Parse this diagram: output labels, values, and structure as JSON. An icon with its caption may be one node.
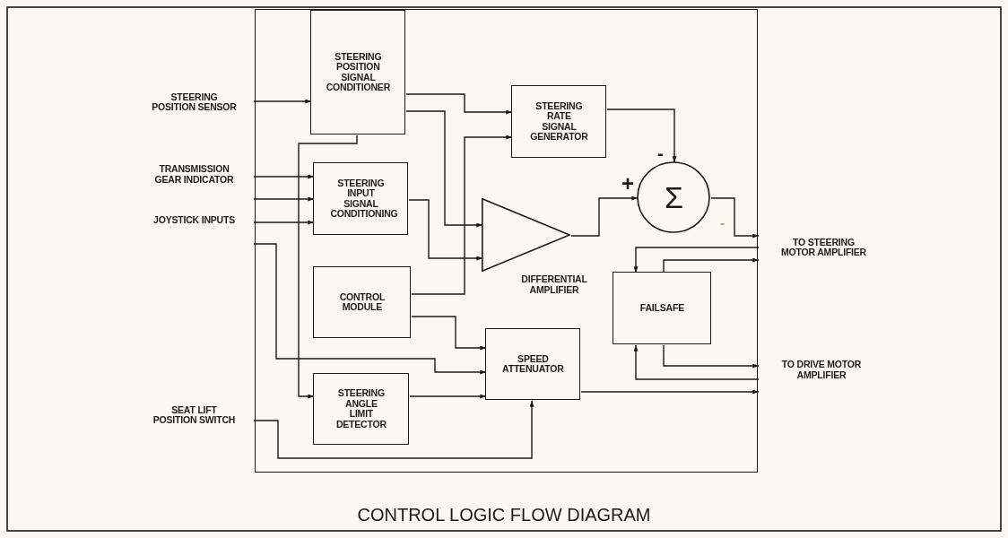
{
  "diagram": {
    "title": "CONTROL LOGIC FLOW DIAGRAM",
    "nodes": [
      {
        "text": [],
        "shape": "box"
      },
      {
        "text": [
          "STEERING POSITION SENSOR"
        ]
      },
      {
        "text": [
          "TRANSMISSION GEAR INDICATOR"
        ]
      },
      {
        "text": [
          "JOYSTICK INPUTS"
        ]
      },
      {
        "text": [
          "SEAT LIFT POSITION SWITCH"
        ]
      },
      {
        "text": [
          "STEERING POSITION SIGNAL CONDITIONER"
        ],
        "in": 0
      },
      {
        "text": [
          "STEERING RATE SIGNAL GENERATOR"
        ],
        "in": 0
      },
      {
        "text": [
          "STEERING INPUT SIGNAL CONDITIONING"
        ],
        "in": 0
      },
      {
        "text": [],
        "shape": "triangle",
        "beside": [
          "DIFFERENTIAL AMPLIFIER"
        ],
        "in": 0
      },
      {
        "text": [
          "Σ"
        ],
        "in": 0
      },
      {
        "text": [
          "CONTROL MODULE"
        ],
        "in": 0
      },
      {
        "text": [
          "FAILSAFE"
        ],
        "in": 0
      },
      {
        "text": [
          "SPEED ATTENUATOR"
        ],
        "in": 0
      },
      {
        "text": [
          "STEERING ANGLE LIMIT DETECTOR"
        ],
        "in": 0
      },
      {
        "text": [
          "TO STEERING MOTOR AMPLIFIER"
        ]
      },
      {
        "text": [
          "TO DRIVE MOTOR AMPLIFIER"
        ]
      }
    ],
    "edges": [
      {
        "from": 1,
        "to": 5,
        "arrow": "to"
      },
      {
        "from": 2,
        "to": 7,
        "arrow": "to"
      },
      {
        "from": 3,
        "to": 7,
        "arrow": "to"
      },
      {
        "from": 3,
        "to": 7,
        "arrow": "to"
      },
      {
        "from": 3,
        "to": 12,
        "arrow": "to"
      },
      {
        "from": 5,
        "to": 6,
        "arrow": "to"
      },
      {
        "from": 5,
        "to": 8,
        "arrow": "to"
      },
      {
        "from": 5,
        "to": 13,
        "arrow": "to"
      },
      {
        "from": 7,
        "to": 8,
        "arrow": "to"
      },
      {
        "from": 10,
        "to": 6,
        "arrow": "to"
      },
      {
        "from": 10,
        "to": 12,
        "arrow": "to"
      },
      {
        "from": 13,
        "to": 12,
        "arrow": "to"
      },
      {
        "from": 4,
        "to": 12,
        "arrow": "to"
      },
      {
        "from": 8,
        "to": 9,
        "arrow": "to",
        "label": "+"
      },
      {
        "from": 6,
        "to": 9,
        "arrow": "to",
        "label": "-"
      },
      {
        "from": 9,
        "to": 14,
        "arrow": "to"
      },
      {
        "from": 14,
        "to": 11,
        "arrow": "to"
      },
      {
        "from": 11,
        "to": 14,
        "arrow": "to"
      },
      {
        "from": 11,
        "to": 15,
        "arrow": "to"
      },
      {
        "from": 15,
        "to": 11,
        "arrow": "to"
      },
      {
        "from": 12,
        "to": 15,
        "arrow": "to"
      }
    ],
    "labels": [
      "-"
    ]
  }
}
